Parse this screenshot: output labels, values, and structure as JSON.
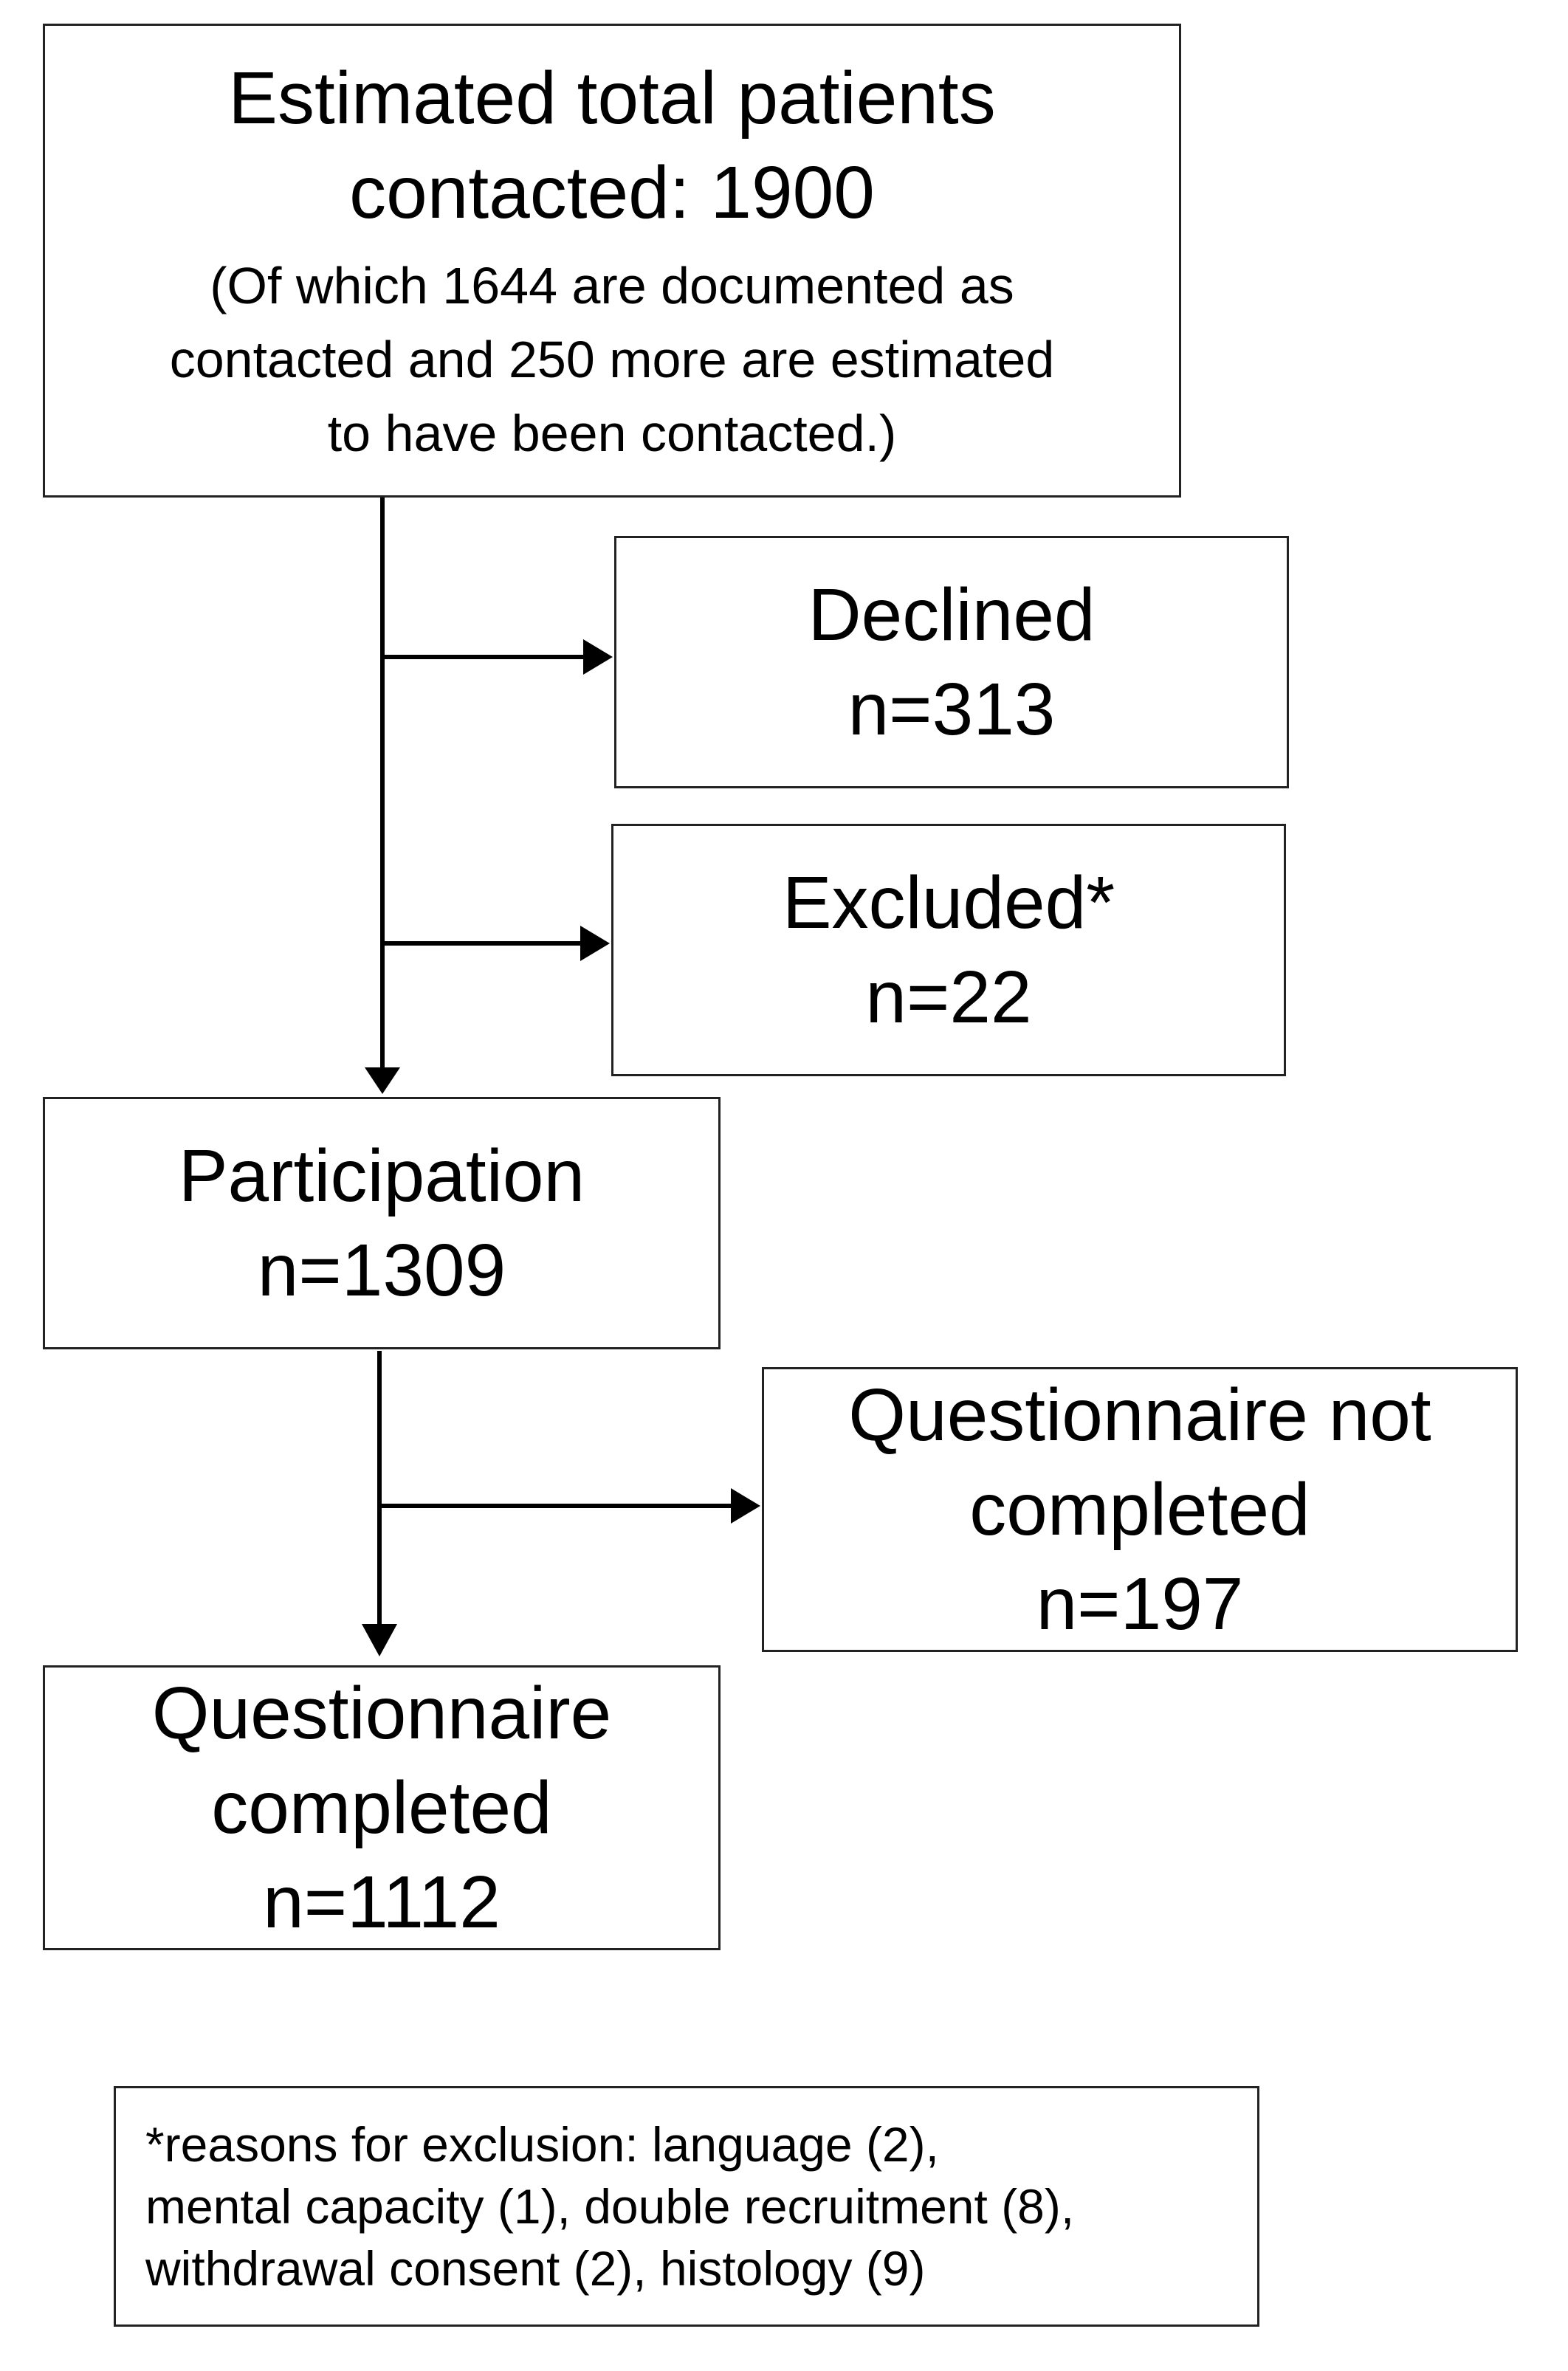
{
  "boxes": {
    "contacted": {
      "title_lines": [
        "Estimated total patients",
        "contacted: 1900"
      ],
      "note_lines": [
        "(Of which 1644 are documented as",
        "contacted and 250 more are estimated",
        "to have been contacted.)"
      ]
    },
    "declined": {
      "lines": [
        "Declined",
        "n=313"
      ]
    },
    "excluded": {
      "lines": [
        "Excluded*",
        "n=22"
      ]
    },
    "participation": {
      "lines": [
        "Participation",
        "n=1309"
      ]
    },
    "not_completed": {
      "lines": [
        "Questionnaire not",
        "completed",
        "n=197"
      ]
    },
    "completed": {
      "lines": [
        "Questionnaire",
        "completed",
        "n=1112"
      ]
    }
  },
  "footnote": {
    "lines": [
      "*reasons for exclusion: language (2),",
      "mental capacity (1), double recruitment (8),",
      "withdrawal  consent (2), histology (9)"
    ]
  }
}
